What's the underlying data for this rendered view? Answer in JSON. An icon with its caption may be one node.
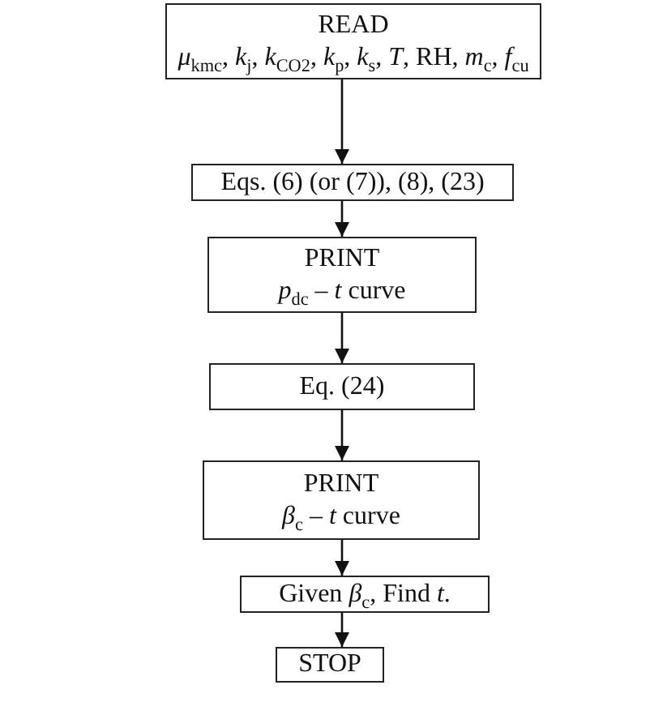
{
  "diagram": {
    "nodes": [
      {
        "text": [
          "READ",
          "*μ*$_{kmc}$, *k*$_{j}$, *k*$_{CO2}$, *k*$_{p}$, *k*$_{s}$, *T*, RH, *m*$_{c}$, *f*$_{cu}$"
        ]
      },
      {
        "text": [
          "Eqs. (6) (or (7)), (8), (23)"
        ]
      },
      {
        "text": [
          "PRINT",
          "*p*$_{dc}$ – *t* curve"
        ]
      },
      {
        "text": [
          "Eq. (24)"
        ]
      },
      {
        "text": [
          "PRINT",
          "*β*$_{c}$ – *t* curve"
        ]
      },
      {
        "text": [
          "Given *β*$_{c}$, Find *t*."
        ]
      },
      {
        "text": [
          "STOP"
        ]
      }
    ],
    "edges": [
      {
        "from": 0,
        "to": 1,
        "arrow": "to"
      },
      {
        "from": 1,
        "to": 2,
        "arrow": "to"
      },
      {
        "from": 2,
        "to": 3,
        "arrow": "to"
      },
      {
        "from": 3,
        "to": 4,
        "arrow": "to"
      },
      {
        "from": 4,
        "to": 5,
        "arrow": "to"
      },
      {
        "from": 5,
        "to": 6,
        "arrow": "to"
      }
    ]
  }
}
